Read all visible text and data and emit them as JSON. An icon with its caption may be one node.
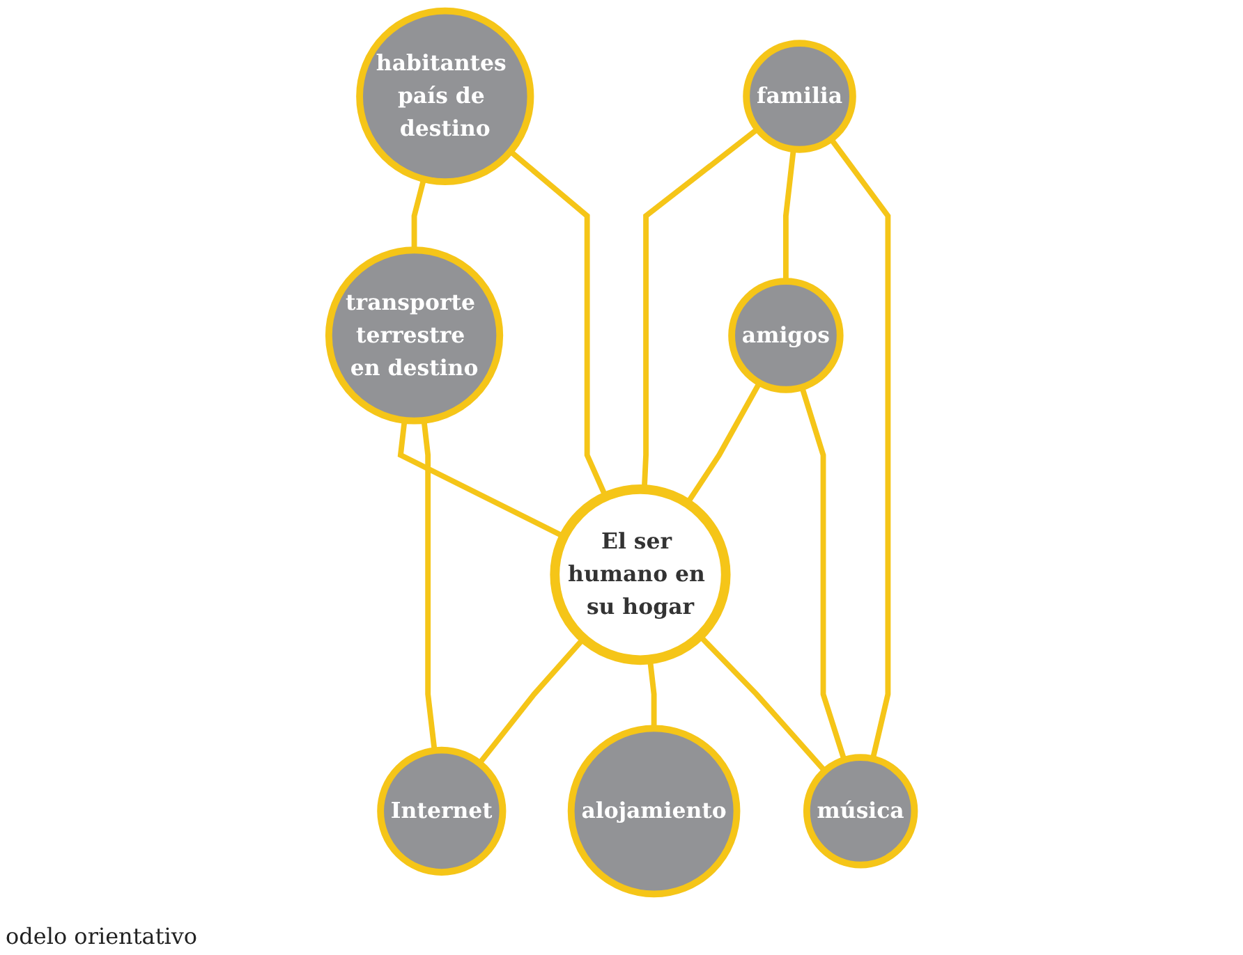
{
  "diagram": {
    "nodes": [
      {
        "text": [
          "habitantes país de destino"
        ]
      },
      {
        "text": [
          "transporte terrestre en destino"
        ]
      },
      {
        "text": [
          "familia"
        ]
      },
      {
        "text": [
          "El ser humano en su hogar"
        ]
      },
      {
        "text": [
          "Internet"
        ]
      },
      {
        "text": [
          "amigos"
        ]
      },
      {
        "text": [
          "alojamiento"
        ]
      },
      {
        "text": [
          "música"
        ]
      }
    ],
    "edges": [
      {
        "from": 0,
        "to": 1,
        "arrow": "none"
      },
      {
        "from": 0,
        "to": 3,
        "arrow": "none"
      },
      {
        "from": 1,
        "to": 3,
        "arrow": "none"
      },
      {
        "from": 1,
        "to": 4,
        "arrow": "none"
      },
      {
        "from": 2,
        "to": 3,
        "arrow": "none"
      },
      {
        "from": 2,
        "to": 5,
        "arrow": "none"
      },
      {
        "from": 2,
        "to": 7,
        "arrow": "none"
      },
      {
        "from": 5,
        "to": 3,
        "arrow": "none"
      },
      {
        "from": 3,
        "to": 4,
        "arrow": "none"
      },
      {
        "from": 3,
        "to": 6,
        "arrow": "none"
      },
      {
        "from": 5,
        "to": 7,
        "arrow": "none"
      },
      {
        "from": 3,
        "to": 7,
        "arrow": "none"
      }
    ],
    "labels": [
      "odelo orientativo"
    ]
  }
}
